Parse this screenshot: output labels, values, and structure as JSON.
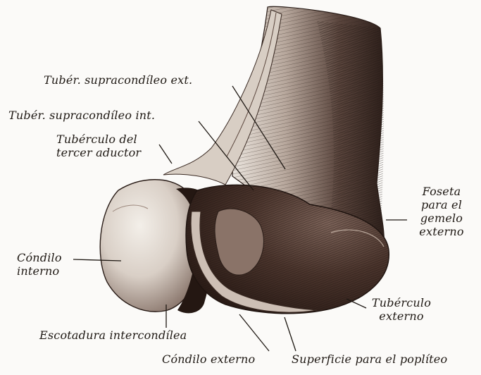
{
  "labels": {
    "tuber_supracondileo_ext": "Tubér. supracondíleo ext.",
    "tuber_supracondileo_int": "Tubér. supracondíleo int.",
    "tuberculo_tercer_aductor_1": "Tubérculo del",
    "tuberculo_tercer_aductor_2": "tercer aductor",
    "foseta_1": "Foseta",
    "foseta_2": "para el",
    "foseta_3": "gemelo",
    "foseta_4": "externo",
    "condilo_interno_1": "Cóndilo",
    "condilo_interno_2": "interno",
    "tuberculo_externo_1": "Tubérculo",
    "tuberculo_externo_2": "externo",
    "escotadura": "Escotadura intercondílea",
    "condilo_externo": "Cóndilo externo",
    "superficie_popliteo": "Superficie para el poplíteo"
  },
  "colors": {
    "background": "#fbfaf8",
    "ink": "#1e1813",
    "bone_light": "#e9e3dc",
    "bone_mid": "#a6958a",
    "bone_dark": "#3c2a24",
    "shadow": "#1e130f"
  }
}
